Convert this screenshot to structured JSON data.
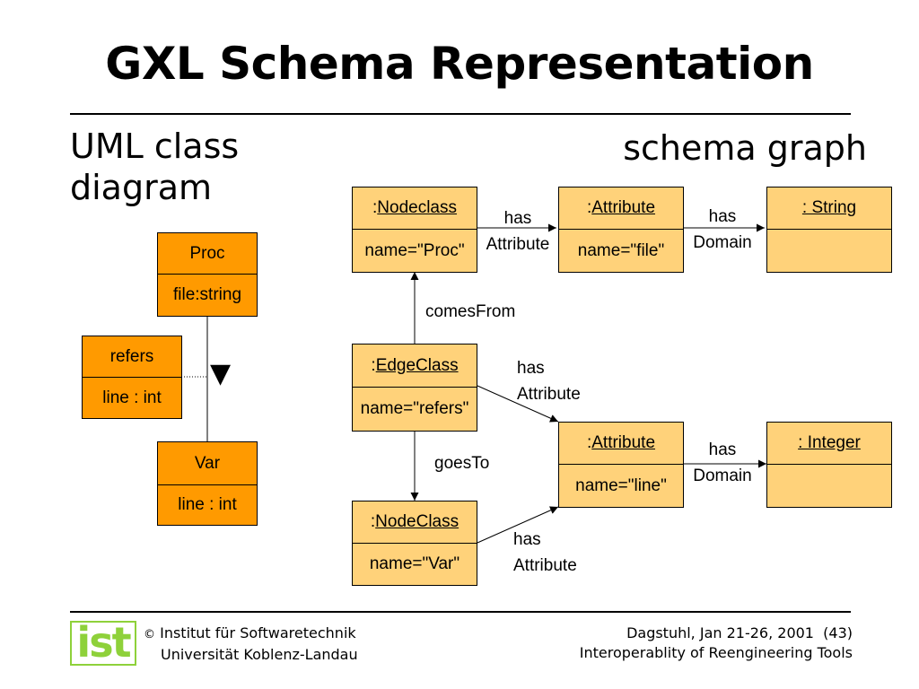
{
  "slide": {
    "title": "GXL Schema Representation",
    "left_heading_line1": "UML class",
    "left_heading_line2": "diagram",
    "right_heading": "schema graph"
  },
  "uml": {
    "proc": {
      "name": "Proc",
      "attr": "file:string"
    },
    "refers": {
      "name": "refers",
      "attr": "line : int"
    },
    "var": {
      "name": "Var",
      "attr": "line : int"
    },
    "direction_glyph": "▼"
  },
  "schema": {
    "nodeclass_proc": {
      "prefix": ":",
      "type": "Nodeclass",
      "value": "name=\"Proc\""
    },
    "attribute_file": {
      "prefix": ": ",
      "type": "Attribute",
      "value": "name=\"file\""
    },
    "string": {
      "type": ": String",
      "value": ""
    },
    "edgeclass_refers": {
      "prefix": ": ",
      "type": "EdgeClass",
      "value": "name=\"refers\""
    },
    "attribute_line": {
      "prefix": ": ",
      "type": "Attribute",
      "value": "name=\"line\""
    },
    "integer": {
      "type": ": Integer",
      "value": ""
    },
    "nodeclass_var": {
      "prefix": ": ",
      "type": "NodeClass",
      "value": "name=\"Var\""
    },
    "edges": {
      "has_attribute_1": {
        "line1": "has",
        "line2": "Attribute"
      },
      "has_domain_1": {
        "line1": "has",
        "line2": "Domain"
      },
      "comes_from": "comesFrom",
      "has_attribute_2": {
        "line1": "has",
        "line2": "Attribute"
      },
      "goes_to": "goesTo",
      "has_domain_2": {
        "line1": "has",
        "line2": "Domain"
      },
      "has_attribute_3": {
        "line1": "has",
        "line2": "Attribute"
      }
    }
  },
  "footer": {
    "logo_text": "ist",
    "copyright_symbol": "©",
    "institute_line1": "Institut für Softwaretechnik",
    "institute_line2": "Universität Koblenz-Landau",
    "event": "Dagstuhl, Jan 21-26, 2001",
    "page": "(43)",
    "talk": "Interoperablity of Reengineering Tools"
  },
  "colors": {
    "box_light": "#ffd27a",
    "box_dark": "#ff9a00",
    "logo_green": "#8ed13a"
  }
}
